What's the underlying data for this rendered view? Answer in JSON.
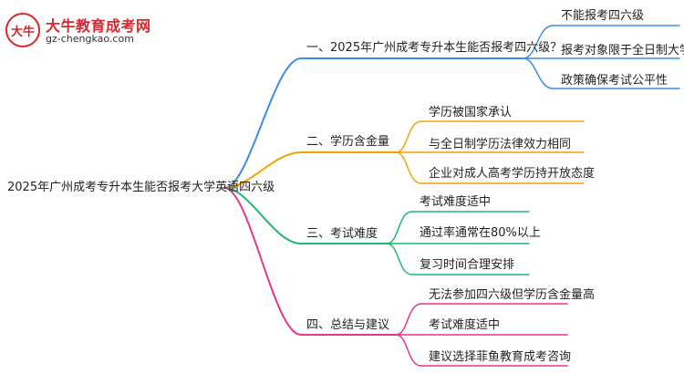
{
  "logo": {
    "badge": "大牛",
    "title": "大牛教育成考网",
    "url": "gz-chengkao.com"
  },
  "colors": {
    "branch1": "#3a8ee6",
    "branch2": "#f0a400",
    "branch3": "#22b573",
    "branch4": "#e6358a",
    "brand": "#d8262e"
  },
  "root": {
    "label": "2025年广州成考专升本生能否报考大学英语四六级"
  },
  "branches": [
    {
      "label": "一、2025年广州成考专升本生能否报考四六级？",
      "children": [
        "不能报考四六级",
        "报考对象限于全日制大学生",
        "政策确保考试公平性"
      ]
    },
    {
      "label": "二、学历含金量",
      "children": [
        "学历被国家承认",
        "与全日制学历法律效力相同",
        "企业对成人高考学历持开放态度"
      ]
    },
    {
      "label": "三、考试难度",
      "children": [
        "考试难度适中",
        "通过率通常在80%以上",
        "复习时间合理安排"
      ]
    },
    {
      "label": "四、总结与建议",
      "children": [
        "无法参加四六级但学历含金量高",
        "考试难度适中",
        "建议选择菲鱼教育成考咨询"
      ]
    }
  ]
}
